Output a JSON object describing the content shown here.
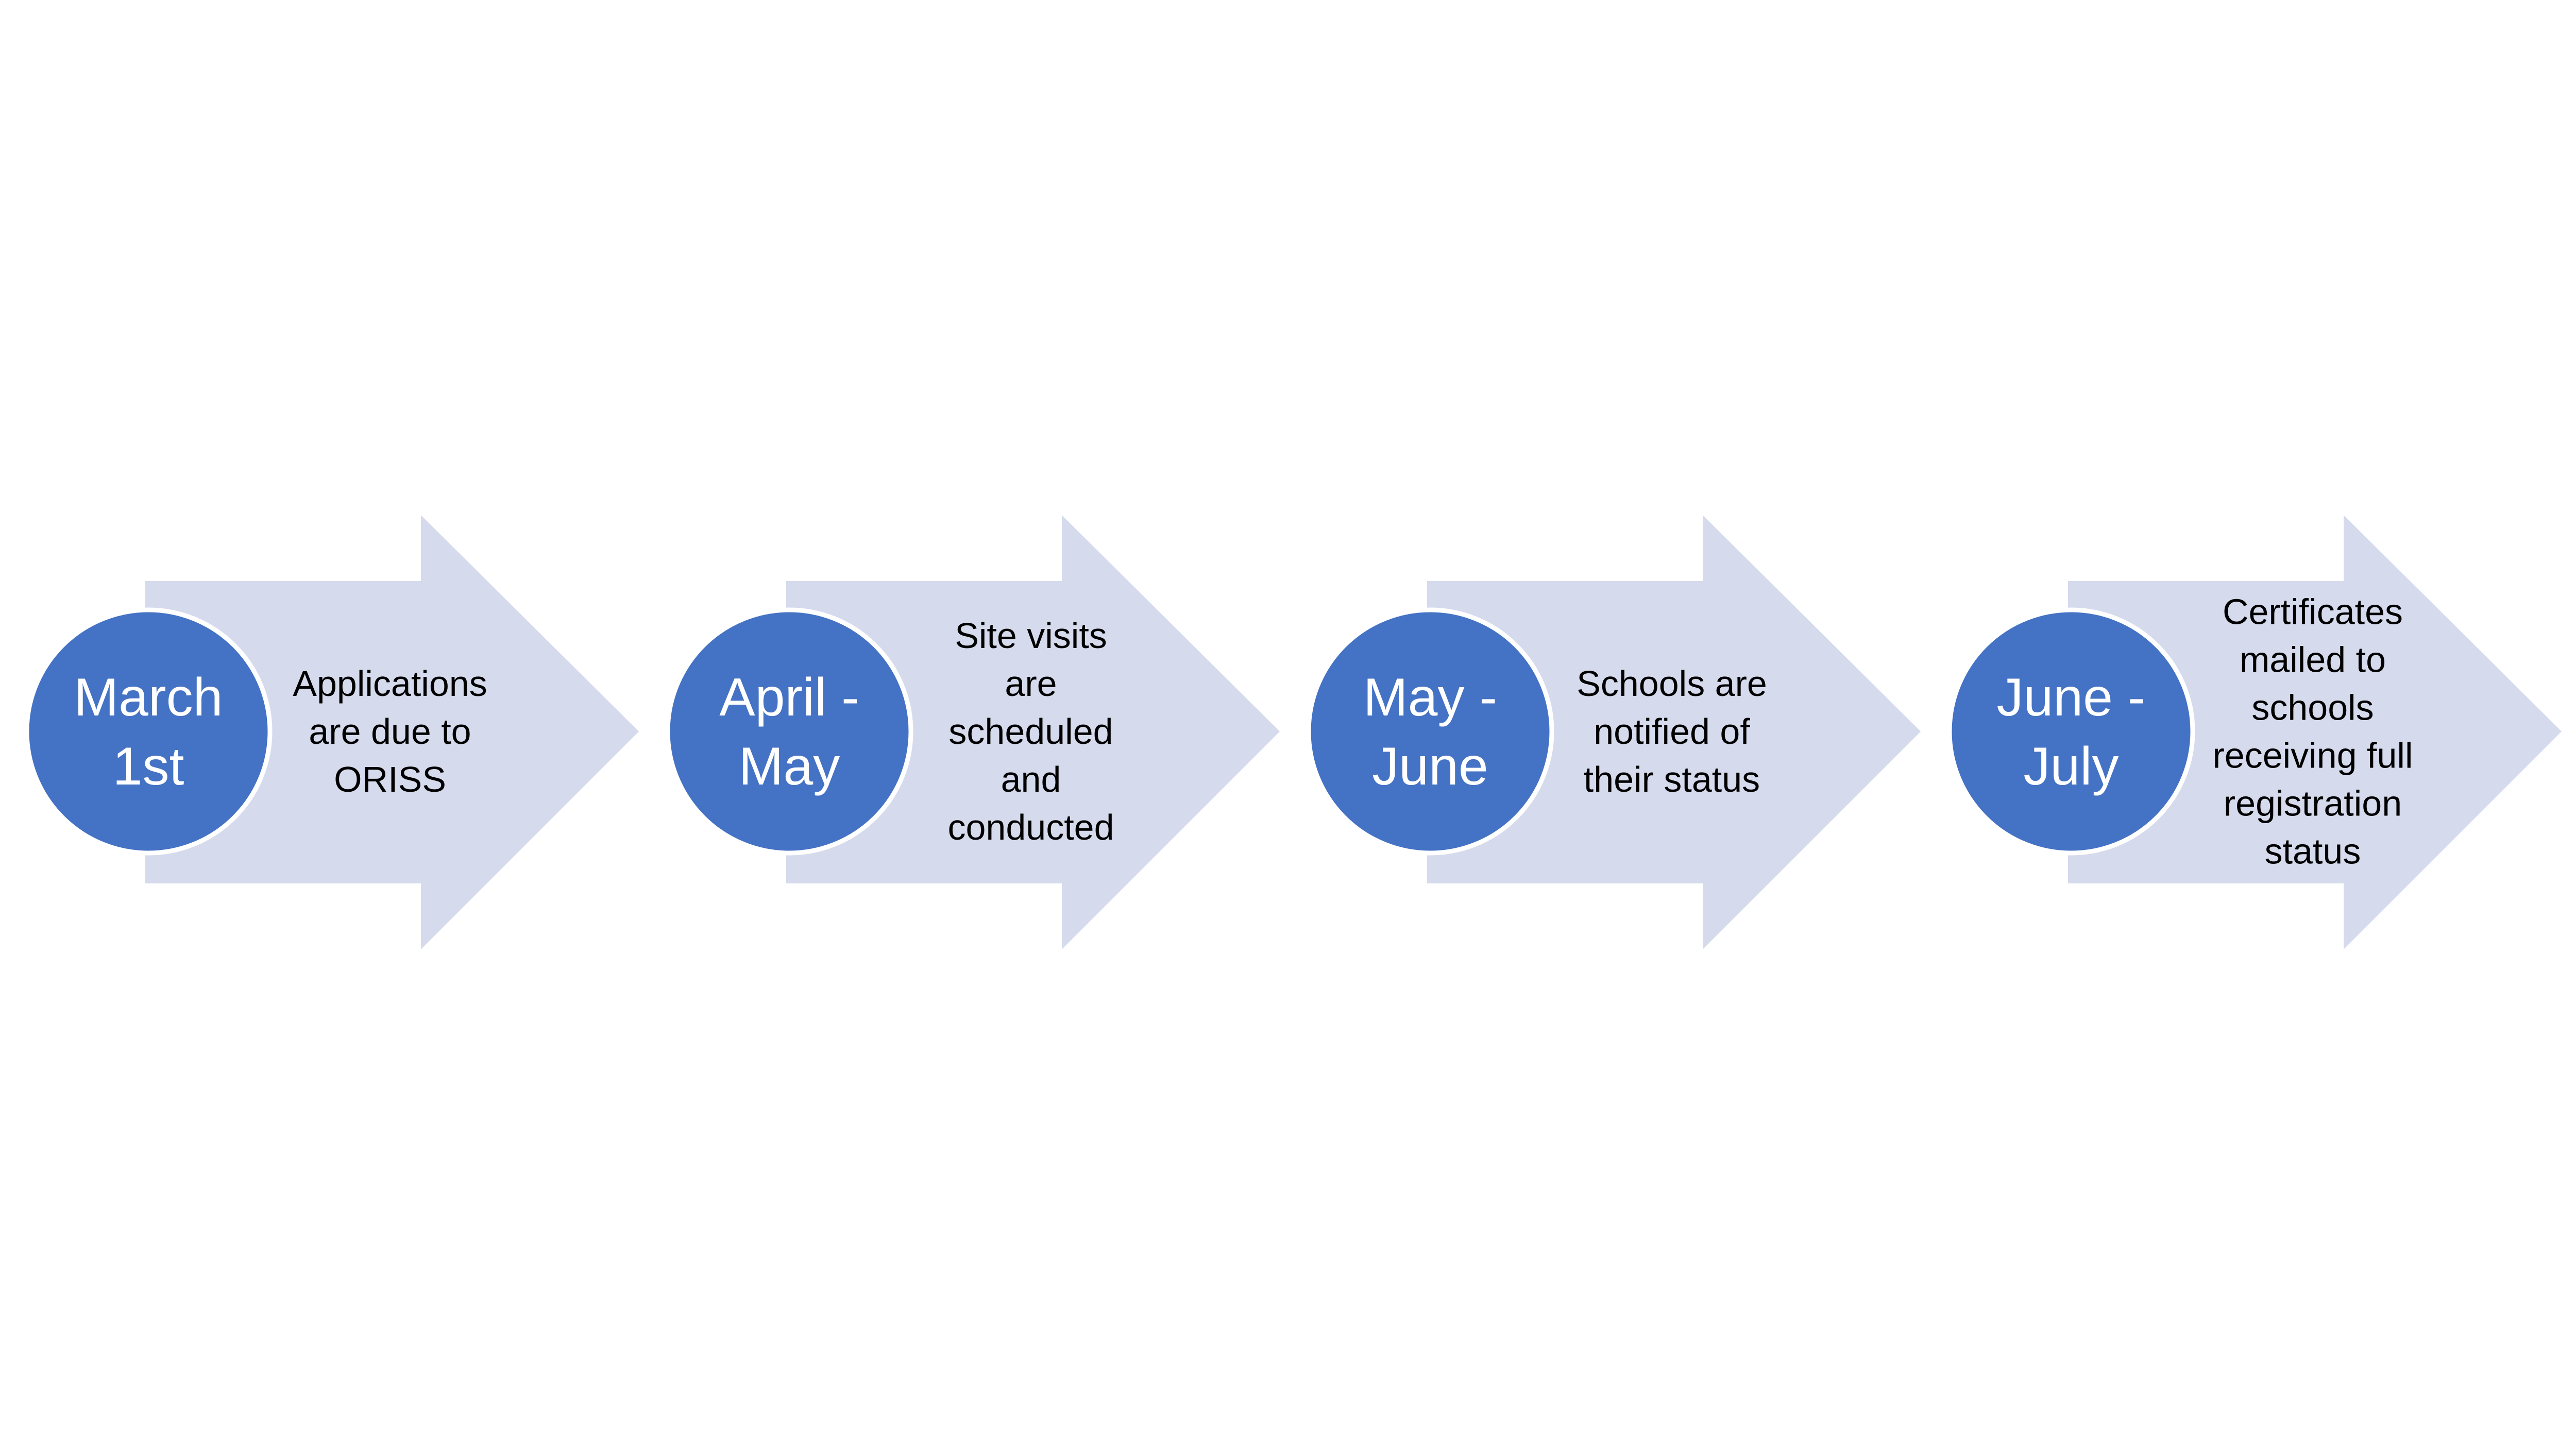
{
  "colors": {
    "arrow": "#D5DAEC",
    "circle": "#4472C4",
    "circle_stroke": "#FFFFFF",
    "date_text": "#FFFFFF",
    "desc_text": "#000000"
  },
  "steps": [
    {
      "date_lines": [
        "March",
        "1st"
      ],
      "desc_lines": [
        "Applications",
        "are due to",
        "ORISS"
      ]
    },
    {
      "date_lines": [
        "April -",
        "May"
      ],
      "desc_lines": [
        "Site visits",
        "are",
        "scheduled",
        "and",
        "conducted"
      ]
    },
    {
      "date_lines": [
        "May -",
        "June"
      ],
      "desc_lines": [
        "Schools are",
        "notified of",
        "their status"
      ]
    },
    {
      "date_lines": [
        "June -",
        "July"
      ],
      "desc_lines": [
        "Certificates",
        "mailed to",
        "schools",
        "receiving full",
        "registration",
        "status"
      ]
    }
  ]
}
